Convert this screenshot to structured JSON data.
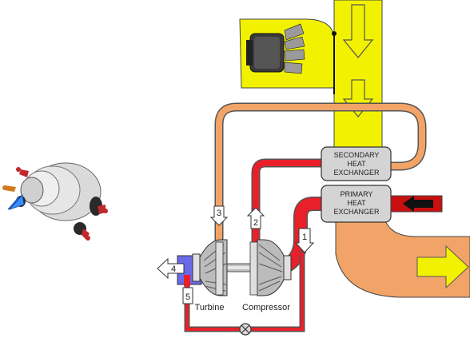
{
  "labels": {
    "secondary_hx": [
      "SECONDARY",
      "HEAT",
      "EXCHANGER"
    ],
    "primary_hx": [
      "PRIMARY",
      "HEAT",
      "EXCHANGER"
    ],
    "turbine": "Turbine",
    "compressor": "Compressor",
    "stations": [
      "1",
      "2",
      "3",
      "4",
      "5"
    ]
  },
  "colors": {
    "duct_yellow": "#f2f200",
    "hot_red": "#e8202a",
    "warm_orange": "#f2a468",
    "cold_blue": "#6a6ae8",
    "hx_gray": "#d4d4d4",
    "arrow_dark_red": "#b00000"
  },
  "icons": [
    "fan-icon",
    "air-cycle-machine-icon",
    "valve-icon",
    "flow-arrow-icon"
  ]
}
